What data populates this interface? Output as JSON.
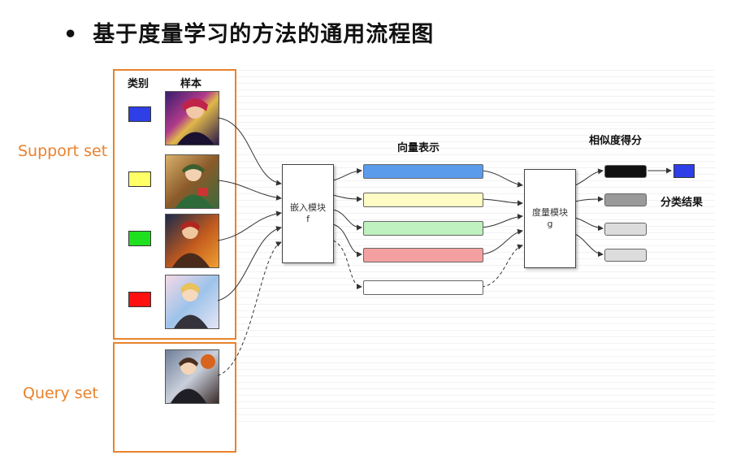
{
  "slide": {
    "bullet": "•",
    "title": "基于度量学习的方法的通用流程图"
  },
  "support_set": {
    "label": "Support set",
    "col_category": "类别",
    "col_sample": "样本",
    "rows": [
      {
        "category_color": "#2f3fe8",
        "image": "anime-character-purple-portrait"
      },
      {
        "category_color": "#ffff66",
        "image": "anime-character-green-portrait"
      },
      {
        "category_color": "#1fe01f",
        "image": "anime-character-red-hair-portrait"
      },
      {
        "category_color": "#ff1010",
        "image": "anime-character-blonde-portrait"
      }
    ]
  },
  "query_set": {
    "label": "Query set",
    "image": "anime-character-basketball-portrait"
  },
  "embedding_module": {
    "label": "嵌入模块",
    "symbol": "f"
  },
  "vectors": {
    "label": "向量表示",
    "colors": [
      "#5b9bec",
      "#fffbc4",
      "#bff0bf",
      "#f5a0a0",
      "#ffffff"
    ]
  },
  "metric_module": {
    "label": "度量模块",
    "symbol": "g"
  },
  "similarity": {
    "label": "相似度得分",
    "colors": [
      "#111111",
      "#9a9a9a",
      "#dcdcdc",
      "#dcdcdc"
    ]
  },
  "result": {
    "label": "分类结果",
    "color": "#2f3fe8"
  }
}
